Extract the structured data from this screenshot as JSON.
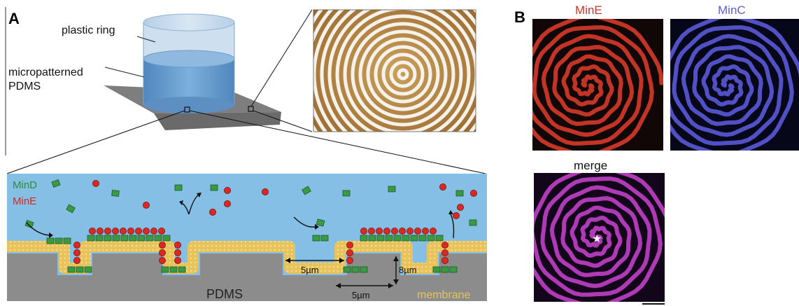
{
  "panel_a": {
    "letter": "A",
    "ring_label": "plastic ring",
    "pdms_label_line1": "micropatterned",
    "pdms_label_line2": "PDMS"
  },
  "schematic": {
    "mind_label": "MinD",
    "mine_label": "MinE",
    "dim_5um_a": "5µm",
    "dim_8um": "8µm",
    "dim_5um_b": "5µm",
    "pdms_label": "PDMS",
    "membrane_label": "membrane"
  },
  "panel_b": {
    "letter": "B",
    "title_mine": "MinE",
    "title_minc": "MinC",
    "title_merge": "merge"
  },
  "colors": {
    "mind": "#3a9a44",
    "mine": "#d82a22",
    "buffer": "#86bfe6",
    "pdms": "#8c8c8c",
    "membrane": "#e8c25a",
    "mine_channel": "#d63a2a",
    "minc_channel": "#5a5ad8",
    "merge_channel": "#c040c8"
  }
}
